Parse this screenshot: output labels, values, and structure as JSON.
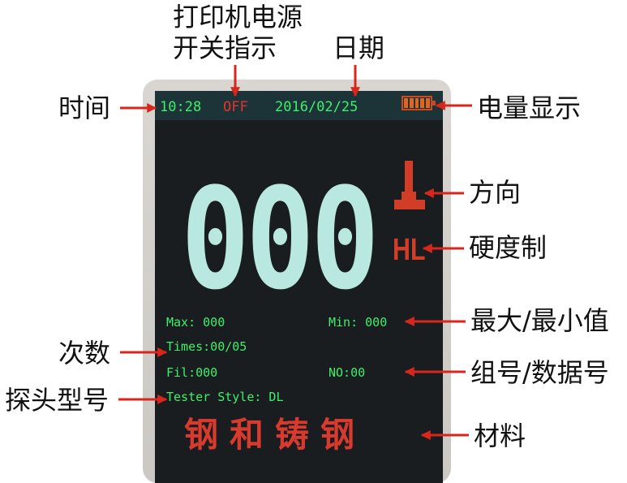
{
  "status_bar": {
    "time": "10:28",
    "printer_status": "OFF",
    "date": "2016/02/25"
  },
  "reading": {
    "value": "000",
    "unit": "HL"
  },
  "stats": {
    "max": "Max: 000",
    "min": "Min: 000",
    "times": "Times:00/05",
    "fil": "Fil:000",
    "no": "NO:00",
    "tester_style": "Tester Style: DL"
  },
  "material": "钢和铸钢",
  "annotations": {
    "printer_power_line1": "打印机电源",
    "printer_power_line2": "开关指示",
    "date_label": "日期",
    "time_label": "时间",
    "battery_label": "电量显示",
    "direction_label": "方向",
    "hardness_label": "硬度制",
    "maxmin_label": "最大/最小值",
    "count_label": "次数",
    "group_label": "组号/数据号",
    "probe_label": "探头型号",
    "material_label": "材料"
  },
  "colors": {
    "screen_bg": "#1a1d1f",
    "green_text": "#3df06a",
    "red_text": "#e8332a",
    "reading_color": "#b8e8df",
    "arrow_color": "#d8261c"
  },
  "icons": [
    "battery-icon",
    "impact-direction-icon"
  ]
}
